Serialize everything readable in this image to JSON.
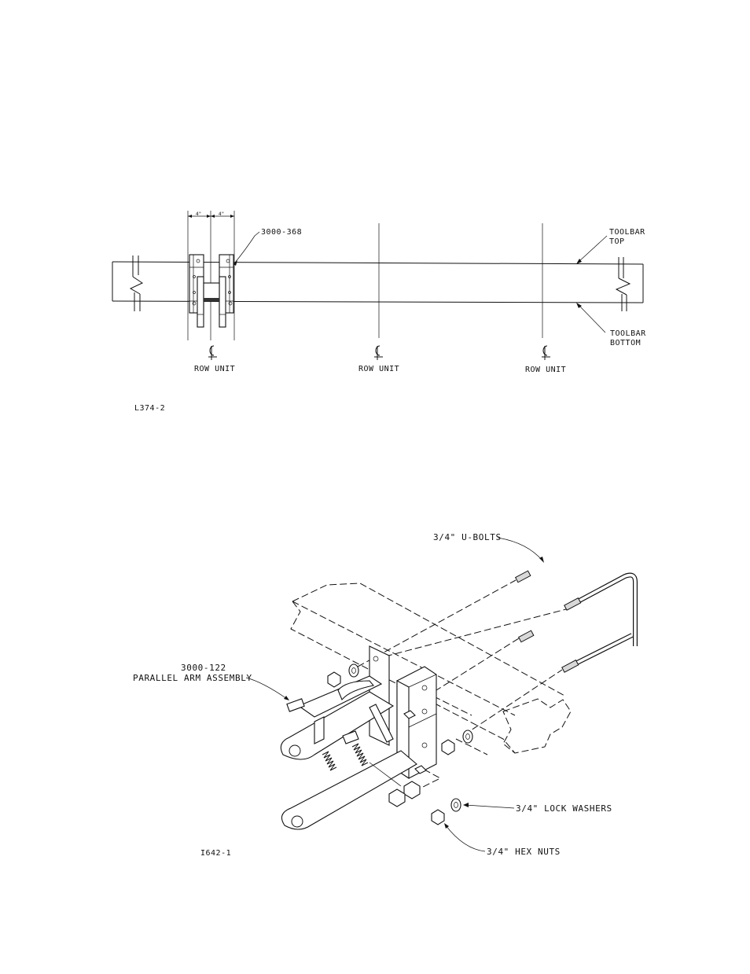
{
  "fig1": {
    "id": "L374-2",
    "dim_left": "4\"",
    "dim_right": "4\"",
    "part_number": "3000-368",
    "toolbar_top": [
      "TOOLBAR",
      "TOP"
    ],
    "toolbar_bottom": [
      "TOOLBAR",
      "BOTTOM"
    ],
    "row_unit_labels": [
      "ROW UNIT",
      "ROW UNIT",
      "ROW UNIT"
    ]
  },
  "fig2": {
    "id": "I642-1",
    "ubolts": "3/4\" U-BOLTS",
    "assembly_number": "3000-122",
    "assembly_name": "PARALLEL ARM ASSEMBLY",
    "lock_washers": "3/4\" LOCK WASHERS",
    "hex_nuts": "3/4\" HEX NUTS"
  }
}
